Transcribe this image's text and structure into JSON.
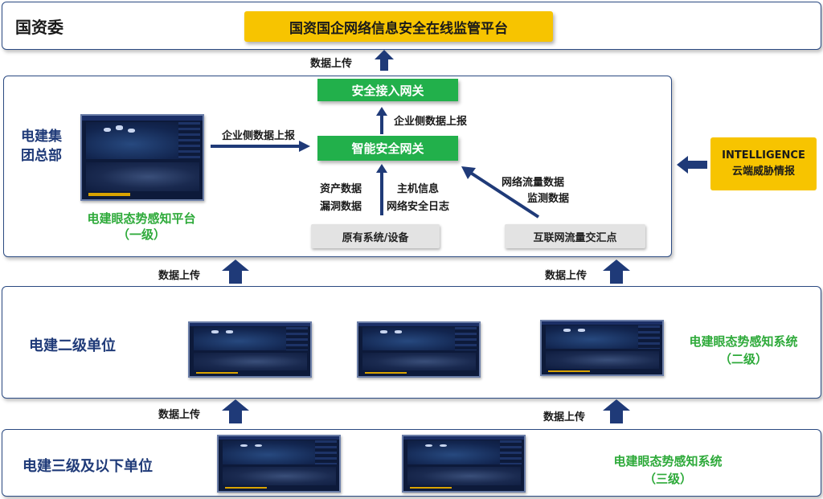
{
  "top": {
    "org": "国资委",
    "platform": "国资国企网络信息安全在线监管平台"
  },
  "hq": {
    "name_line1": "电建集",
    "name_line2": "团总部",
    "platform_line1": "电建眼态势感知平台",
    "platform_line2": "（一级）",
    "report_left": "企业侧数据上报",
    "report_mid": "企业侧数据上报",
    "gateway_access": "安全接入网关",
    "gateway_smart": "智能安全网关",
    "asset_data": "资产数据",
    "vuln_data": "漏洞数据",
    "host_info": "主机信息",
    "security_log": "网络安全日志",
    "flow_data": "网络流量数据",
    "monitor_data": "监测数据",
    "legacy_system": "原有系统/设备",
    "exchange_point": "互联网流量交汇点"
  },
  "intel": {
    "line1": "INTELLIGENCE",
    "line2": "云端威胁情报"
  },
  "upload_label": "数据上传",
  "level2": {
    "name": "电建二级单位",
    "system_line1": "电建眼态势感知系统",
    "system_line2": "（二级）"
  },
  "level3": {
    "name": "电建三级及以下单位",
    "system_line1": "电建眼态势感知系统",
    "system_line2": "（三级）"
  },
  "colors": {
    "navy": "#1f3a78",
    "green": "#22b04b",
    "gold": "#f7c400",
    "gray": "#e3e3e3"
  }
}
